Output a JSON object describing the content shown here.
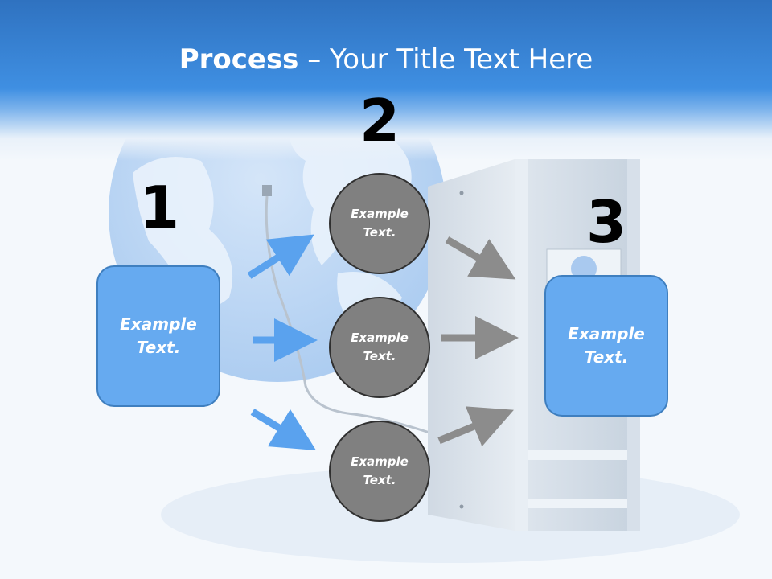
{
  "title": {
    "bold": "Process",
    "rest": " – Your Title Text Here"
  },
  "steps": [
    {
      "number": "1",
      "box_text": "Example Text."
    },
    {
      "number": "2",
      "circle_texts": [
        "Example Text.",
        "Example Text.",
        "Example Text."
      ]
    },
    {
      "number": "3",
      "box_text": "Example Text."
    }
  ],
  "colors": {
    "header": "#3f8fe2",
    "box_fill": "#66aaf0",
    "box_border": "#3f7fbf",
    "circle_fill": "#808080",
    "blue_arrow": "#5aa2ee",
    "grey_arrow": "#8c8c8c"
  }
}
